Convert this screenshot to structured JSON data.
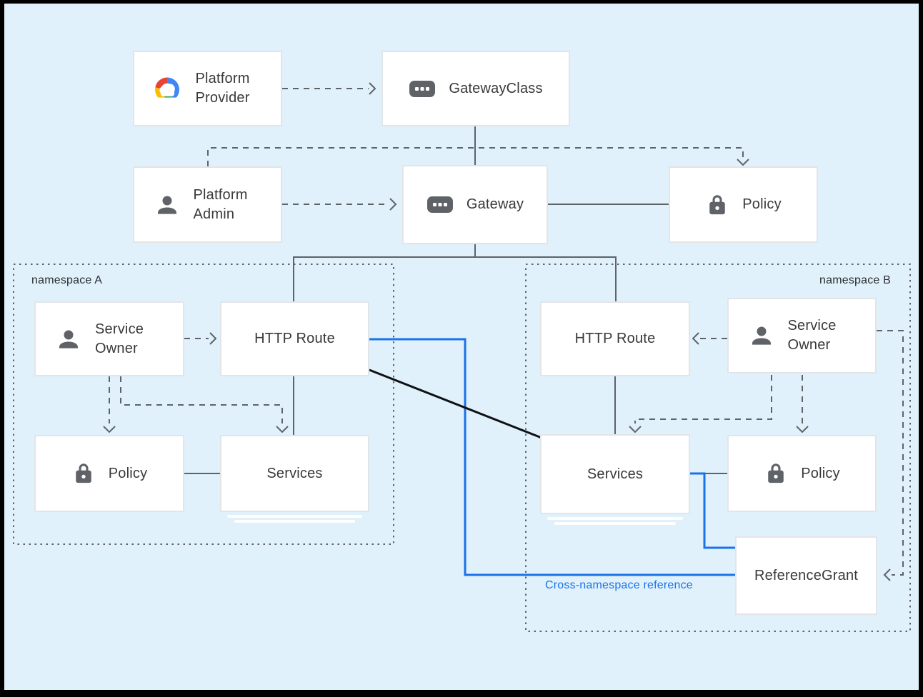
{
  "diagram_type": "architecture-diagram",
  "nodes": {
    "platform_provider": {
      "label": "Platform Provider",
      "icon": "google-cloud-icon"
    },
    "gateway_class": {
      "label": "GatewayClass",
      "icon": "resource-icon"
    },
    "platform_admin": {
      "label": "Platform Admin",
      "icon": "user-icon"
    },
    "gateway": {
      "label": "Gateway",
      "icon": "resource-icon"
    },
    "policy_top": {
      "label": "Policy",
      "icon": "lock-icon"
    },
    "service_owner_a": {
      "label": "Service Owner",
      "icon": "user-icon"
    },
    "http_route_a": {
      "label": "HTTP Route",
      "icon": null
    },
    "policy_a": {
      "label": "Policy",
      "icon": "lock-icon"
    },
    "services_a": {
      "label": "Services",
      "icon": null
    },
    "http_route_b": {
      "label": "HTTP Route",
      "icon": null
    },
    "service_owner_b": {
      "label": "Service Owner",
      "icon": "user-icon"
    },
    "services_b": {
      "label": "Services",
      "icon": null
    },
    "policy_b": {
      "label": "Policy",
      "icon": "lock-icon"
    },
    "reference_grant": {
      "label": "ReferenceGrant",
      "icon": null
    }
  },
  "namespaces": {
    "a": {
      "label": "namespace A"
    },
    "b": {
      "label": "namespace B"
    }
  },
  "annotations": {
    "cross_namespace_reference": {
      "label": "Cross-namespace reference",
      "color": "#1a73e8"
    }
  },
  "colors": {
    "background": "#e0f1fc",
    "frame": "#000000",
    "box_fill": "#ffffff",
    "box_border": "#e2e5e8",
    "line_gray": "#5f6368",
    "line_blue": "#1a73e8",
    "line_black": "#101112",
    "icon_gray": "#5f6368",
    "text": "#37393b"
  }
}
